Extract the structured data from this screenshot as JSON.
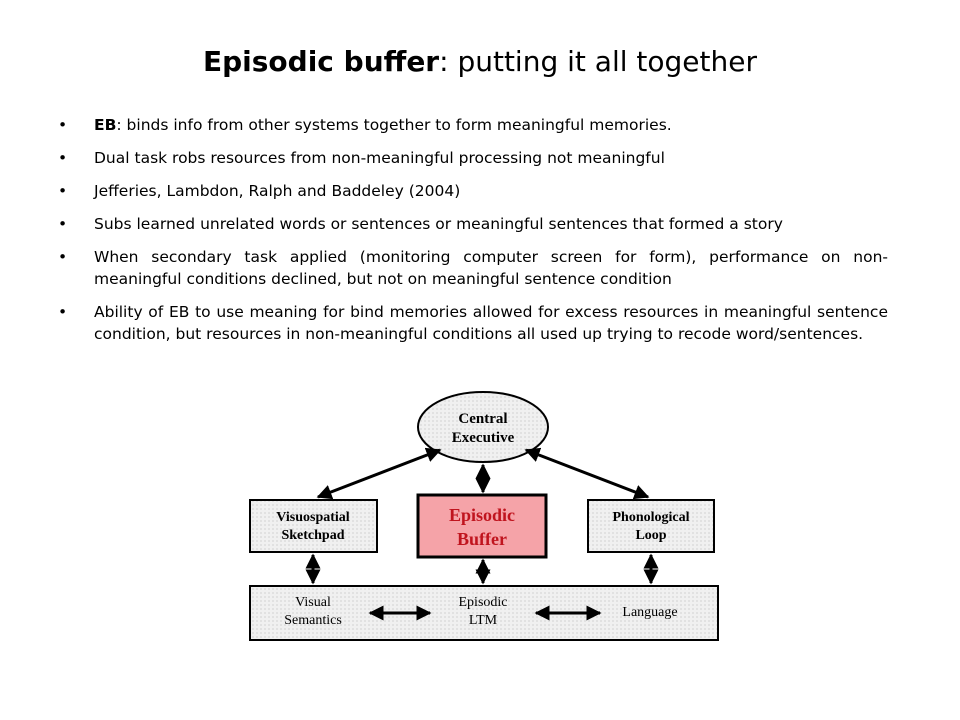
{
  "slide": {
    "title_bold": "Episodic buffer",
    "title_rest": ": putting it all together",
    "bullets": [
      {
        "bold": "EB",
        "text": ": binds info from other systems together to form meaningful memories."
      },
      {
        "bold": "",
        "text": "Dual task robs resources from non-meaningful processing not meaningful"
      },
      {
        "bold": "",
        "text": "Jefferies,  Lambdon, Ralph and Baddeley (2004)"
      },
      {
        "bold": "",
        "text": "Subs learned unrelated words or sentences or meaningful sentences that formed a story"
      },
      {
        "bold": "",
        "text": "When secondary task applied (monitoring computer screen for form), performance on non-meaningful conditions declined, but not on meaningful sentence condition"
      },
      {
        "bold": "",
        "text": "Ability of EB to use meaning for bind memories allowed for excess resources in meaningful sentence condition, but resources in non-meaningful conditions all used up trying to recode word/sentences."
      }
    ]
  },
  "diagram": {
    "central_executive": [
      "Central",
      "Executive"
    ],
    "visuospatial": [
      "Visuospatial",
      "Sketchpad"
    ],
    "episodic_buffer": [
      "Episodic",
      "Buffer"
    ],
    "phonological": [
      "Phonological",
      "Loop"
    ],
    "visual_semantics": [
      "Visual",
      "Semantics"
    ],
    "episodic_ltm": [
      "Episodic",
      "LTM"
    ],
    "language": "Language",
    "colors": {
      "buffer_fill": "#f5a3a8",
      "buffer_text": "#c0141e",
      "box_fill": "#ececec",
      "stroke": "#000000"
    }
  }
}
